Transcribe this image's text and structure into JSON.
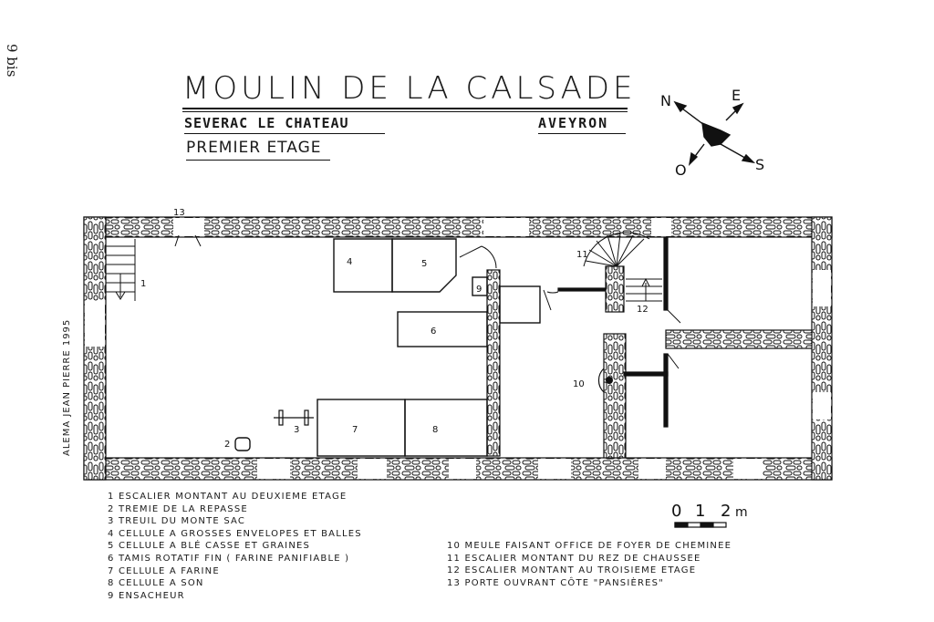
{
  "margin_note": "9 bis",
  "header": {
    "title": "MOULIN DE LA CALSADE",
    "town": "SEVERAC LE CHATEAU",
    "department": "AVEYRON",
    "floor": "PREMIER ETAGE"
  },
  "author": "ALEMA JEAN PIERRE 1995",
  "compass": {
    "n": "N",
    "e": "E",
    "o": "O",
    "s": "S"
  },
  "scale": {
    "t0": "0",
    "t1": "1",
    "t2": "2",
    "unit": "m"
  },
  "room_labels": {
    "r1": "1",
    "r2": "2",
    "r3": "3",
    "r4": "4",
    "r5": "5",
    "r6": "6",
    "r7": "7",
    "r8": "8",
    "r9": "9",
    "r10": "10",
    "r11": "11",
    "r12": "12",
    "r13": "13"
  },
  "legend_left": [
    "1  ESCALIER MONTANT AU DEUXIEME ETAGE",
    "2  TREMIE DE LA REPASSE",
    "3  TREUIL DU MONTE SAC",
    "4  CELLULE  A GROSSES ENVELOPES ET BALLES",
    "5  CELLULE A BLÉ CASSE ET GRAINES",
    "6  TAMIS ROTATIF FIN  ( FARINE PANIFIABLE )",
    "7  CELLULE A FARINE",
    "8  CELLULE A SON",
    "9  ENSACHEUR"
  ],
  "legend_right": [
    "10 MEULE FAISANT OFFICE DE FOYER DE CHEMINEE",
    "11 ESCALIER MONTANT DU REZ DE CHAUSSEE",
    "12 ESCALIER MONTANT AU TROISIEME ETAGE",
    "13 PORTE OUVRANT CÔTE \"PANSIÈRES\""
  ]
}
